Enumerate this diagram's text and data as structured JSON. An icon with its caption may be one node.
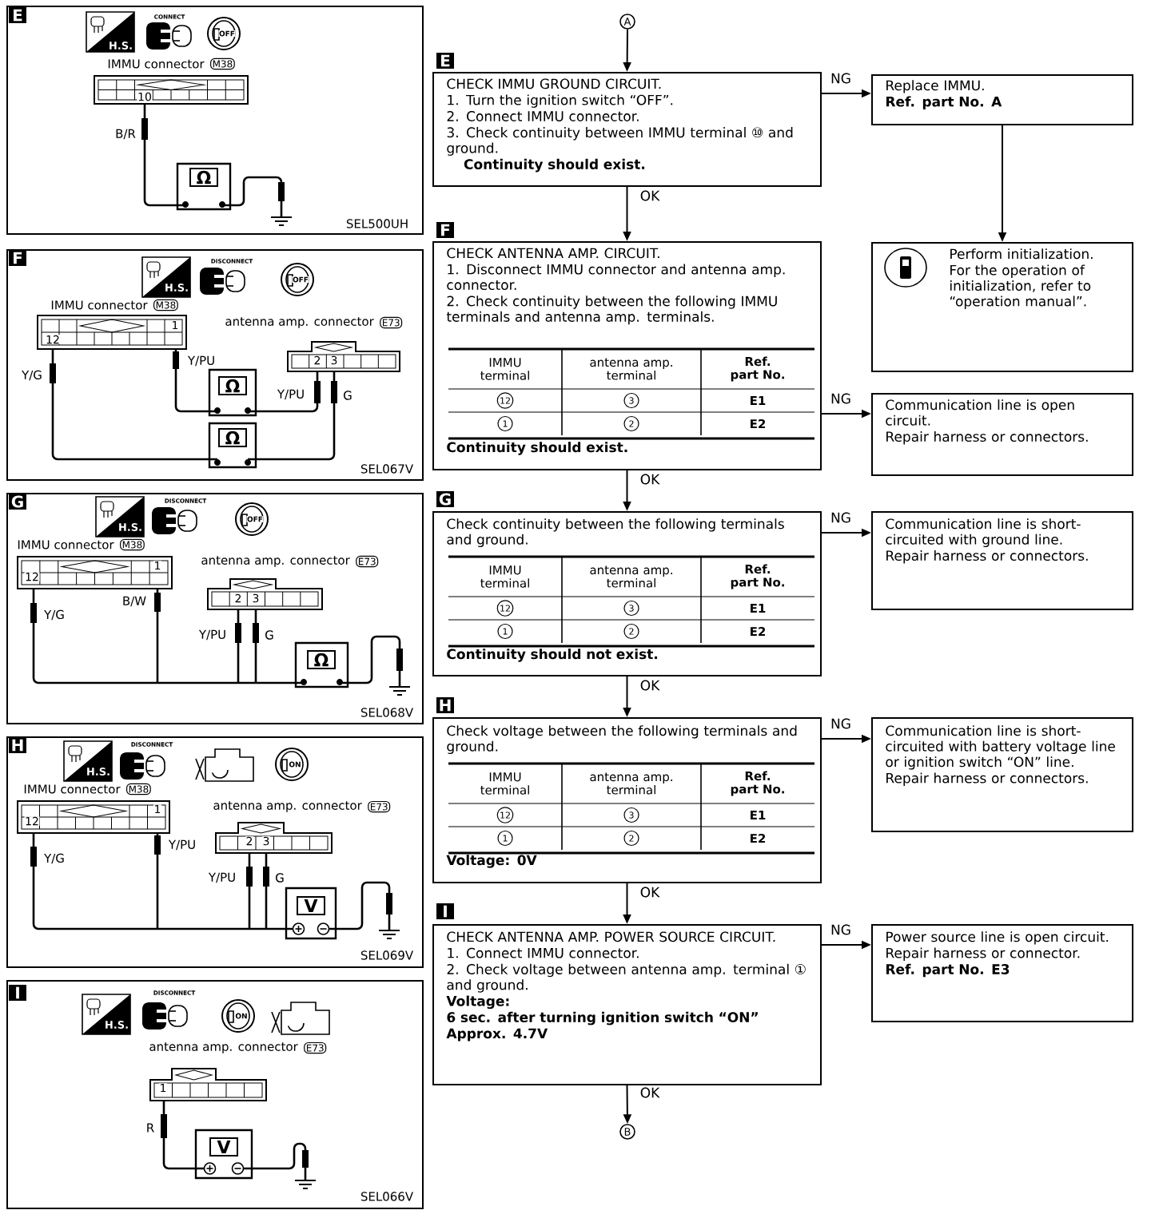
{
  "diagram": {
    "nodes": [
      {
        "text": [
          "E",
          "H.S.",
          "CONNECT",
          "OFF",
          "IMMU connector",
          "M38",
          "10",
          "B/R",
          "Ω",
          "SEL500UH"
        ]
      },
      {
        "text": [
          "F",
          "H.S.",
          "DISCONNECT",
          "OFF",
          "IMMU connector",
          "M38",
          "12",
          "1",
          "antenna amp. connector",
          "E73",
          "Y/G",
          "Y/PU",
          "2",
          "3",
          "Ω",
          "Y/PU",
          "G",
          "Ω",
          "SEL067V"
        ]
      },
      {
        "text": [
          "G",
          "H.S.",
          "DISCONNECT",
          "OFF",
          "IMMU connector",
          "M38",
          "12",
          "1",
          "antenna amp. connector",
          "E73",
          "Y/G",
          "B/W",
          "2",
          "3",
          "Y/PU",
          "G",
          "Ω",
          "SEL068V"
        ]
      },
      {
        "text": [
          "H",
          "H.S.",
          "DISCONNECT",
          "ON",
          "IMMU connector",
          "M38",
          "12",
          "1",
          "antenna amp. connector",
          "E73",
          "Y/G",
          "Y/PU",
          "2",
          "3",
          "Y/PU",
          "G",
          "V",
          "SEL069V"
        ]
      },
      {
        "text": [
          "I",
          "H.S.",
          "DISCONNECT",
          "ON",
          "antenna amp. connector",
          "E73",
          "1",
          "R",
          "V",
          "SEL066V"
        ]
      },
      {
        "text": [
          "A"
        ]
      },
      {
        "text": [
          "CHECK IMMU GROUND CIRCUIT.",
          "1. Turn the ignition switch “OFF”.",
          "2. Connect IMMU connector.",
          "3. Check continuity between IMMU terminal ⑩ and ground.",
          "Continuity should exist."
        ],
        "beside": [
          "E"
        ]
      },
      {
        "text": [
          "Replace IMMU.",
          "Ref. part No. A"
        ]
      },
      {
        "text": [
          "CHECK ANTENNA AMP. CIRCUIT.",
          "1. Disconnect IMMU connector and antenna amp. connector.",
          "2. Check continuity between the following IMMU terminals and antenna amp. terminals.",
          "Continuity should exist."
        ],
        "beside": [
          "F"
        ]
      },
      {
        "text": [
          "Perform initialization.",
          "For the operation of initialization, refer to “operation manual”."
        ]
      },
      {
        "text": [
          "Communication line is open circuit.",
          "Repair harness or connectors."
        ]
      },
      {
        "text": [
          "Check continuity between the following terminals and ground.",
          "Continuity should not exist."
        ],
        "beside": [
          "G"
        ]
      },
      {
        "text": [
          "Communication line is short-circuited with ground line.",
          "Repair harness or connectors."
        ]
      },
      {
        "text": [
          "Check voltage between the following terminals and ground.",
          "Voltage: 0V"
        ],
        "beside": [
          "H"
        ]
      },
      {
        "text": [
          "Communication line is short-circuited with battery voltage line or ignition switch “ON” line.",
          "Repair harness or connectors."
        ]
      },
      {
        "text": [
          "CHECK ANTENNA AMP. POWER SOURCE CIRCUIT.",
          "1. Connect IMMU connector.",
          "2. Check voltage between antenna amp. terminal ① and ground.",
          "Voltage:",
          "6 sec. after turning ignition switch “ON”",
          "Approx. 4.7V"
        ],
        "beside": [
          "I"
        ]
      },
      {
        "text": [
          "Power source line is open circuit.",
          "Repair harness or connector.",
          "Ref. part No. E3"
        ]
      },
      {
        "text": [
          "B"
        ]
      }
    ],
    "edges": [
      {
        "from": 5,
        "to": 6,
        "arrow": "to"
      },
      {
        "from": 6,
        "to": 7,
        "arrow": "to",
        "label": "NG"
      },
      {
        "from": 6,
        "to": 8,
        "arrow": "to",
        "label": "OK"
      },
      {
        "from": 7,
        "to": 9,
        "arrow": "to"
      },
      {
        "from": 8,
        "to": 10,
        "arrow": "to",
        "label": "NG"
      },
      {
        "from": 8,
        "to": 11,
        "arrow": "to",
        "label": "OK"
      },
      {
        "from": 11,
        "to": 12,
        "arrow": "to",
        "label": "NG"
      },
      {
        "from": 11,
        "to": 13,
        "arrow": "to",
        "label": "OK"
      },
      {
        "from": 13,
        "to": 14,
        "arrow": "to",
        "label": "NG"
      },
      {
        "from": 13,
        "to": 15,
        "arrow": "to",
        "label": "OK"
      },
      {
        "from": 15,
        "to": 16,
        "arrow": "to",
        "label": "NG"
      },
      {
        "from": 15,
        "to": 17,
        "arrow": "to",
        "label": "OK"
      }
    ],
    "labels": [
      "IMMU terminal",
      "antenna amp. terminal",
      "Ref. part No.",
      "12",
      "3",
      "E1",
      "1",
      "2",
      "E2",
      "IMMU terminal",
      "antenna amp. terminal",
      "Ref. part No.",
      "12",
      "3",
      "E1",
      "1",
      "2",
      "E2",
      "IMMU terminal",
      "antenna amp. terminal",
      "Ref. part No.",
      "12",
      "3",
      "E1",
      "1",
      "2",
      "E2"
    ]
  }
}
